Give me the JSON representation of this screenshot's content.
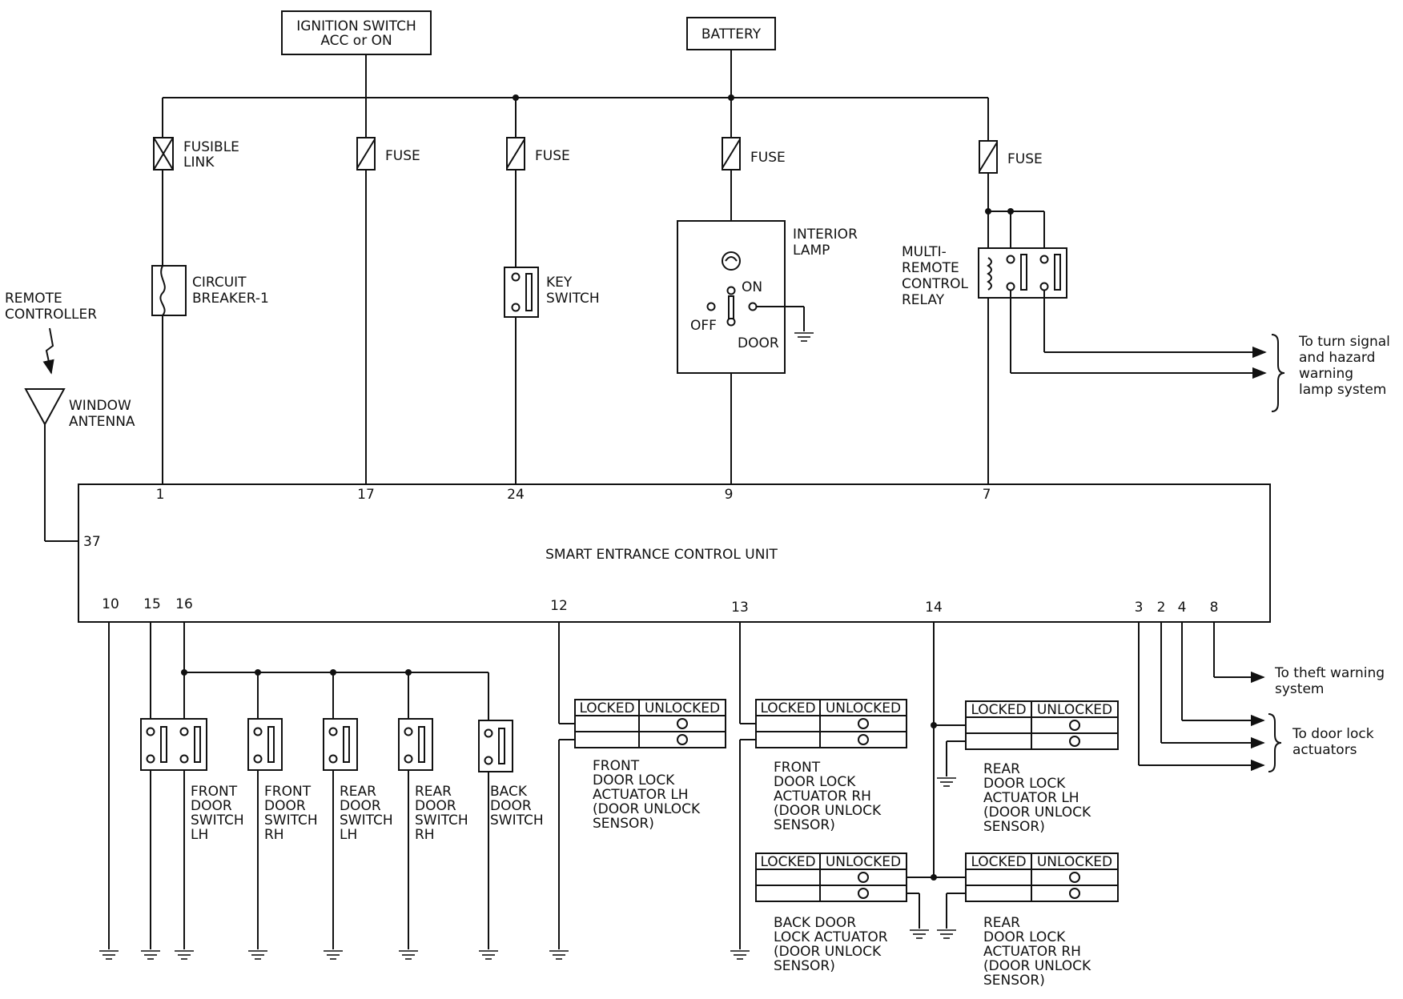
{
  "diagram": {
    "sources": {
      "ignition_l1": "IGNITION SWITCH",
      "ignition_l2": "ACC or ON",
      "battery": "BATTERY"
    },
    "fuse": "FUSE",
    "fusible_link": [
      "FUSIBLE",
      "LINK"
    ],
    "circuit_breaker": [
      "CIRCUIT",
      "BREAKER-1"
    ],
    "key_switch": [
      "KEY",
      "SWITCH"
    ],
    "interior_lamp": [
      "INTERIOR",
      "LAMP"
    ],
    "lamp_on": "ON",
    "lamp_off": "OFF",
    "lamp_door": "DOOR",
    "relay": [
      "MULTI-",
      "REMOTE",
      "CONTROL",
      "RELAY"
    ],
    "turn_signal": [
      "To turn signal",
      "and hazard",
      "warning",
      "lamp system"
    ],
    "remote_controller": [
      "REMOTE",
      "CONTROLLER"
    ],
    "window_antenna": [
      "WINDOW",
      "ANTENNA"
    ],
    "control_unit": "SMART ENTRANCE CONTROL UNIT",
    "pins": {
      "p1": "1",
      "p17": "17",
      "p24": "24",
      "p9": "9",
      "p7": "7",
      "p37": "37",
      "p10": "10",
      "p15": "15",
      "p16": "16",
      "p12": "12",
      "p13": "13",
      "p14": "14",
      "p3": "3",
      "p2": "2",
      "p4": "4",
      "p8": "8"
    },
    "door_switches": [
      [
        "FRONT",
        "DOOR",
        "SWITCH",
        "LH"
      ],
      [
        "FRONT",
        "DOOR",
        "SWITCH",
        "RH"
      ],
      [
        "REAR",
        "DOOR",
        "SWITCH",
        "LH"
      ],
      [
        "REAR",
        "DOOR",
        "SWITCH",
        "RH"
      ],
      [
        "BACK",
        "DOOR",
        "SWITCH"
      ]
    ],
    "locked": "LOCKED",
    "unlocked": "UNLOCKED",
    "actuators": {
      "front_lh": [
        "FRONT",
        "DOOR LOCK",
        "ACTUATOR LH",
        "(DOOR UNLOCK",
        "SENSOR)"
      ],
      "front_rh": [
        "FRONT",
        "DOOR LOCK",
        "ACTUATOR RH",
        "(DOOR UNLOCK",
        "SENSOR)"
      ],
      "rear_lh": [
        "REAR",
        "DOOR LOCK",
        "ACTUATOR LH",
        "(DOOR UNLOCK",
        "SENSOR)"
      ],
      "back": [
        "BACK DOOR",
        "LOCK ACTUATOR",
        "(DOOR UNLOCK",
        "SENSOR)"
      ],
      "rear_rh": [
        "REAR",
        "DOOR LOCK",
        "ACTUATOR RH",
        "(DOOR UNLOCK",
        "SENSOR)"
      ]
    },
    "theft_warning": [
      "To theft warning",
      "system"
    ],
    "door_lock_actuators": [
      "To door lock",
      "actuators"
    ]
  }
}
